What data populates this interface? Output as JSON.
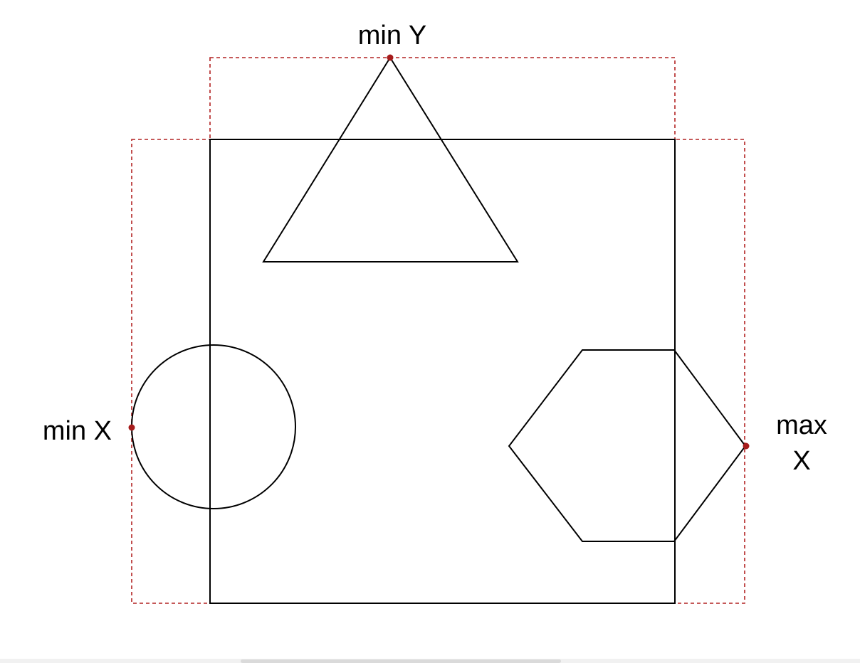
{
  "labels": {
    "min_y": "min Y",
    "min_x": "min X",
    "max_x_line1": "max",
    "max_x_line2": "X"
  },
  "colors": {
    "shape_stroke": "#000000",
    "bbox_stroke": "#b22222",
    "extreme_point": "#a61c1c",
    "background": "#ffffff"
  }
}
